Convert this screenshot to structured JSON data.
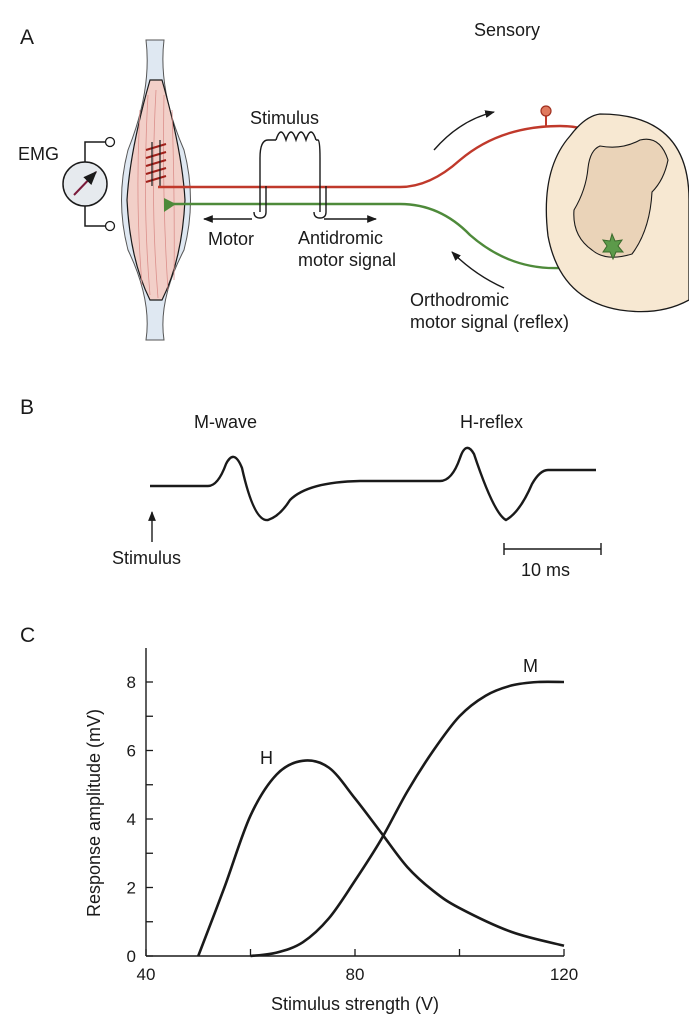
{
  "panels": {
    "a": "A",
    "b": "B",
    "c": "C"
  },
  "panel_a": {
    "emg": "EMG",
    "stimulus": "Stimulus",
    "sensory": "Sensory",
    "motor": "Motor",
    "antidromic_line1": "Antidromic",
    "antidromic_line2": "motor signal",
    "orthodromic_line1": "Orthodromic",
    "orthodromic_line2": "motor signal (reflex)",
    "colors": {
      "sensory_fiber": "#c0392b",
      "motor_fiber": "#4e8a3a",
      "muscle": "#f2cfc8",
      "spinal_cord": "#f7e8d2"
    }
  },
  "panel_b": {
    "m_wave": "M-wave",
    "h_reflex": "H-reflex",
    "stimulus": "Stimulus",
    "scale_bar": "10 ms"
  },
  "chart_data": {
    "type": "line",
    "xlabel": "Stimulus strength (V)",
    "ylabel": "Response amplitude (mV)",
    "xlim": [
      40,
      120
    ],
    "ylim": [
      0,
      8
    ],
    "x_ticks": [
      40,
      80,
      120
    ],
    "y_ticks": [
      0,
      2,
      4,
      6,
      8
    ],
    "grid": false,
    "series": [
      {
        "name": "H",
        "x": [
          50,
          55,
          60,
          65,
          70,
          75,
          80,
          85,
          90,
          95,
          100,
          110,
          120
        ],
        "y": [
          0,
          2.0,
          4.1,
          5.3,
          5.7,
          5.5,
          4.6,
          3.6,
          2.6,
          1.9,
          1.4,
          0.7,
          0.3
        ]
      },
      {
        "name": "M",
        "x": [
          60,
          65,
          70,
          75,
          80,
          85,
          90,
          95,
          100,
          105,
          110,
          115,
          120
        ],
        "y": [
          0,
          0.1,
          0.4,
          1.1,
          2.2,
          3.4,
          4.8,
          6.0,
          7.0,
          7.6,
          7.9,
          8.0,
          8.0
        ]
      }
    ]
  }
}
